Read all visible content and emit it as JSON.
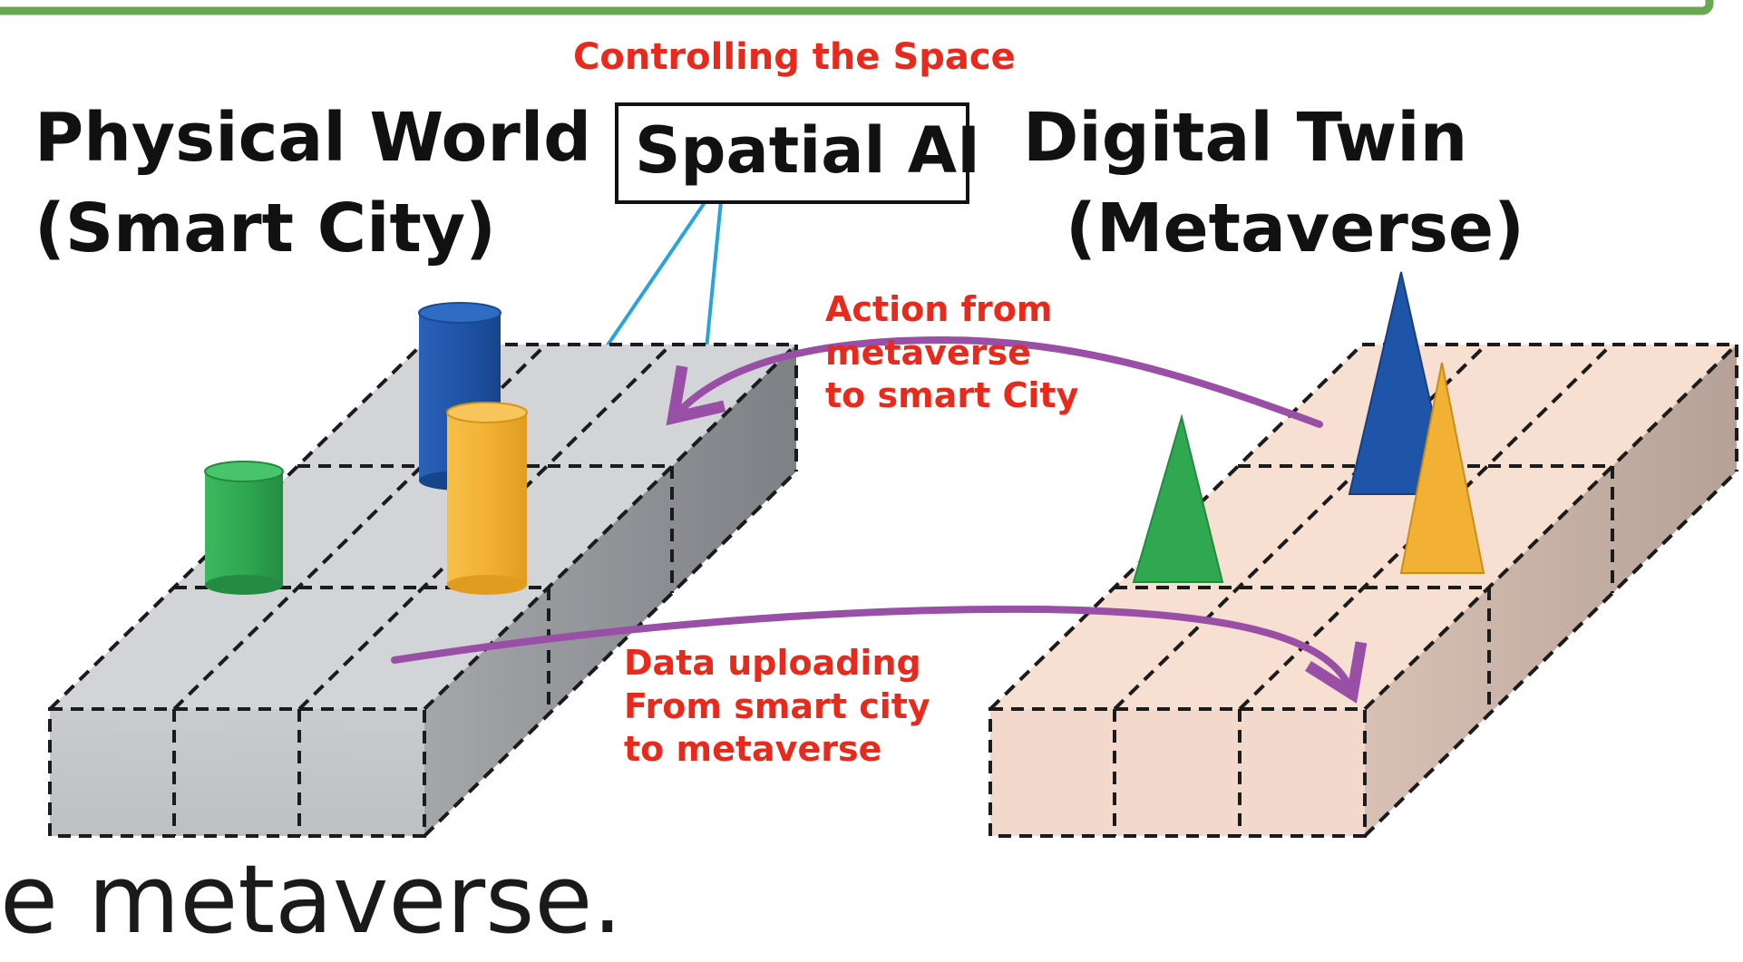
{
  "banner": {
    "border_color": "#6aa84f"
  },
  "header": {
    "caption": "Controlling the Space",
    "box_label": "Spatial AI"
  },
  "physical": {
    "title_line1": "Physical World",
    "title_line2": "(Smart City)"
  },
  "digital": {
    "title_line1": "Digital Twin",
    "title_line2": "(Metaverse)"
  },
  "flows": {
    "action_lines": [
      "Action from",
      "metaverse",
      "to smart City"
    ],
    "upload_lines": [
      "Data uploading",
      "From smart city",
      "to metaverse"
    ]
  },
  "footer": {
    "text": "e metaverse."
  },
  "colors": {
    "accent_red": "#e8291c",
    "arrow_purple": "#9a4fa6",
    "connector_blue": "#29a3dc",
    "blue": "#1f55a8",
    "orange": "#f2b134",
    "green": "#30a852",
    "gray_top": "#d2d4d7",
    "peach_top": "#f7dfd1"
  },
  "icons": [
    "cylinder-blue-icon",
    "cylinder-orange-icon",
    "cylinder-green-icon",
    "cone-blue-icon",
    "cone-orange-icon",
    "cone-green-icon"
  ]
}
